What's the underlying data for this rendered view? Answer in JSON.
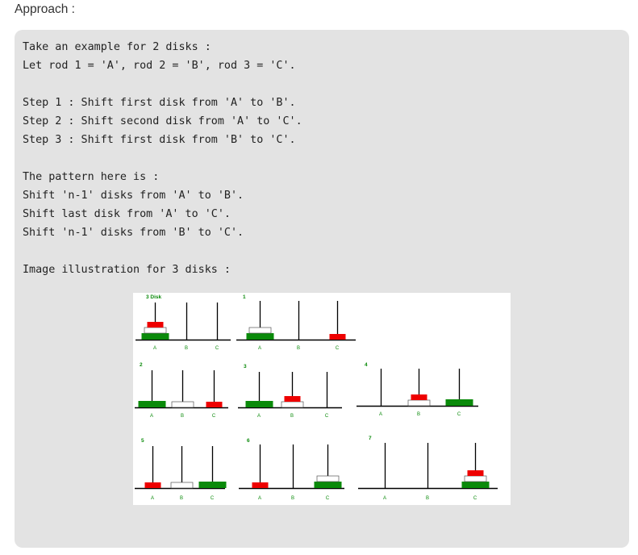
{
  "heading": "Approach :",
  "code_lines": [
    "Take an example for 2 disks :",
    "Let rod 1 = 'A', rod 2 = 'B', rod 3 = 'C'.",
    "",
    "Step 1 : Shift first disk from 'A' to 'B'.",
    "Step 2 : Shift second disk from 'A' to 'C'.",
    "Step 3 : Shift first disk from 'B' to 'C'.",
    "",
    "The pattern here is :",
    "Shift 'n-1' disks from 'A' to 'B'.",
    "Shift last disk from 'A' to 'C'.",
    "Shift 'n-1' disks from 'B' to 'C'.",
    "",
    "Image illustration for 3 disks :"
  ],
  "illustration": {
    "colors": {
      "large_disk": "#0a8a0a",
      "medium_disk": "#ffffff",
      "small_disk": "#ee0000",
      "text": "#0a8a0a",
      "rod": "#000000"
    },
    "rod_labels": [
      "A",
      "B",
      "C"
    ],
    "panels": [
      {
        "label": "3 Disk",
        "rods": [
          [
            "large",
            "medium",
            "small"
          ],
          [],
          []
        ]
      },
      {
        "label": "1",
        "rods": [
          [
            "large",
            "medium"
          ],
          [],
          [
            "small"
          ]
        ]
      },
      {
        "label": "2",
        "rods": [
          [
            "large"
          ],
          [
            "medium"
          ],
          [
            "small"
          ]
        ]
      },
      {
        "label": "3",
        "rods": [
          [
            "large"
          ],
          [
            "medium",
            "small"
          ],
          []
        ]
      },
      {
        "label": "4",
        "rods": [
          [],
          [
            "medium",
            "small"
          ],
          [
            "large"
          ]
        ]
      },
      {
        "label": "5",
        "rods": [
          [
            "small"
          ],
          [
            "medium"
          ],
          [
            "large"
          ]
        ]
      },
      {
        "label": "6",
        "rods": [
          [
            "small"
          ],
          [],
          [
            "large",
            "medium"
          ]
        ]
      },
      {
        "label": "7",
        "rods": [
          [],
          [],
          [
            "large",
            "medium",
            "small"
          ]
        ]
      }
    ]
  }
}
